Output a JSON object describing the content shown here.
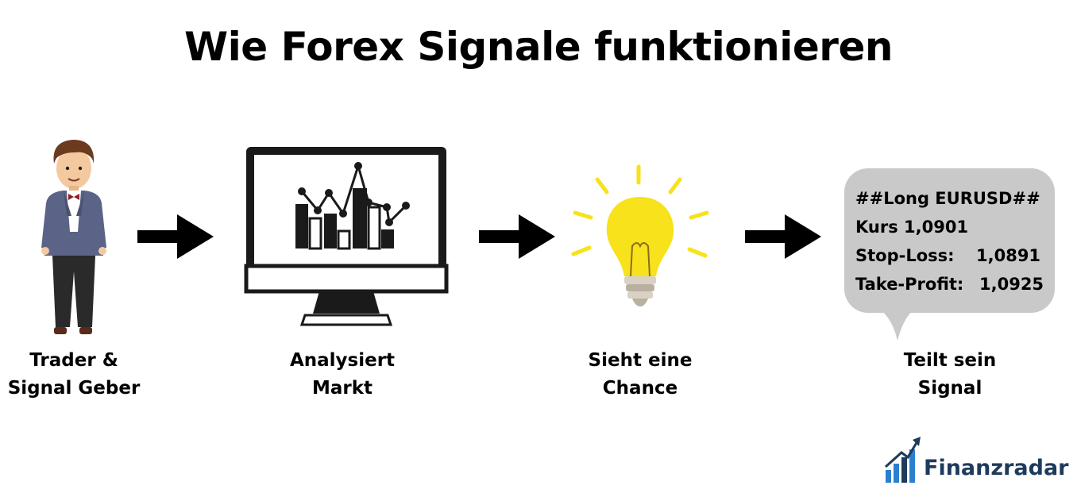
{
  "title": "Wie Forex Signale funktionieren",
  "steps": [
    {
      "line1": "Trader &",
      "line2": "Signal Geber",
      "icon": "trader-person-icon"
    },
    {
      "line1": "Analysiert",
      "line2": "Markt",
      "icon": "monitor-chart-icon"
    },
    {
      "line1": "Sieht eine",
      "line2": "Chance",
      "icon": "lightbulb-icon"
    },
    {
      "line1": "Teilt sein",
      "line2": "Signal",
      "icon": "speech-bubble-icon"
    }
  ],
  "signal": {
    "line1": "##Long EURUSD##",
    "line2": "Kurs 1,0901",
    "stop_label": "Stop-Loss:",
    "stop_value": "1,0891",
    "take_label": "Take-Profit:",
    "take_value": "1,0925"
  },
  "brand": {
    "name": "Finanzradar",
    "icon": "bar-chart-arrow-logo-icon"
  },
  "colors": {
    "arrow": "#000000",
    "bubble": "#c9c9c9",
    "bulb": "#f7e21b",
    "brand": "#1f3a5c",
    "brand_accent": "#2a7fd0"
  }
}
